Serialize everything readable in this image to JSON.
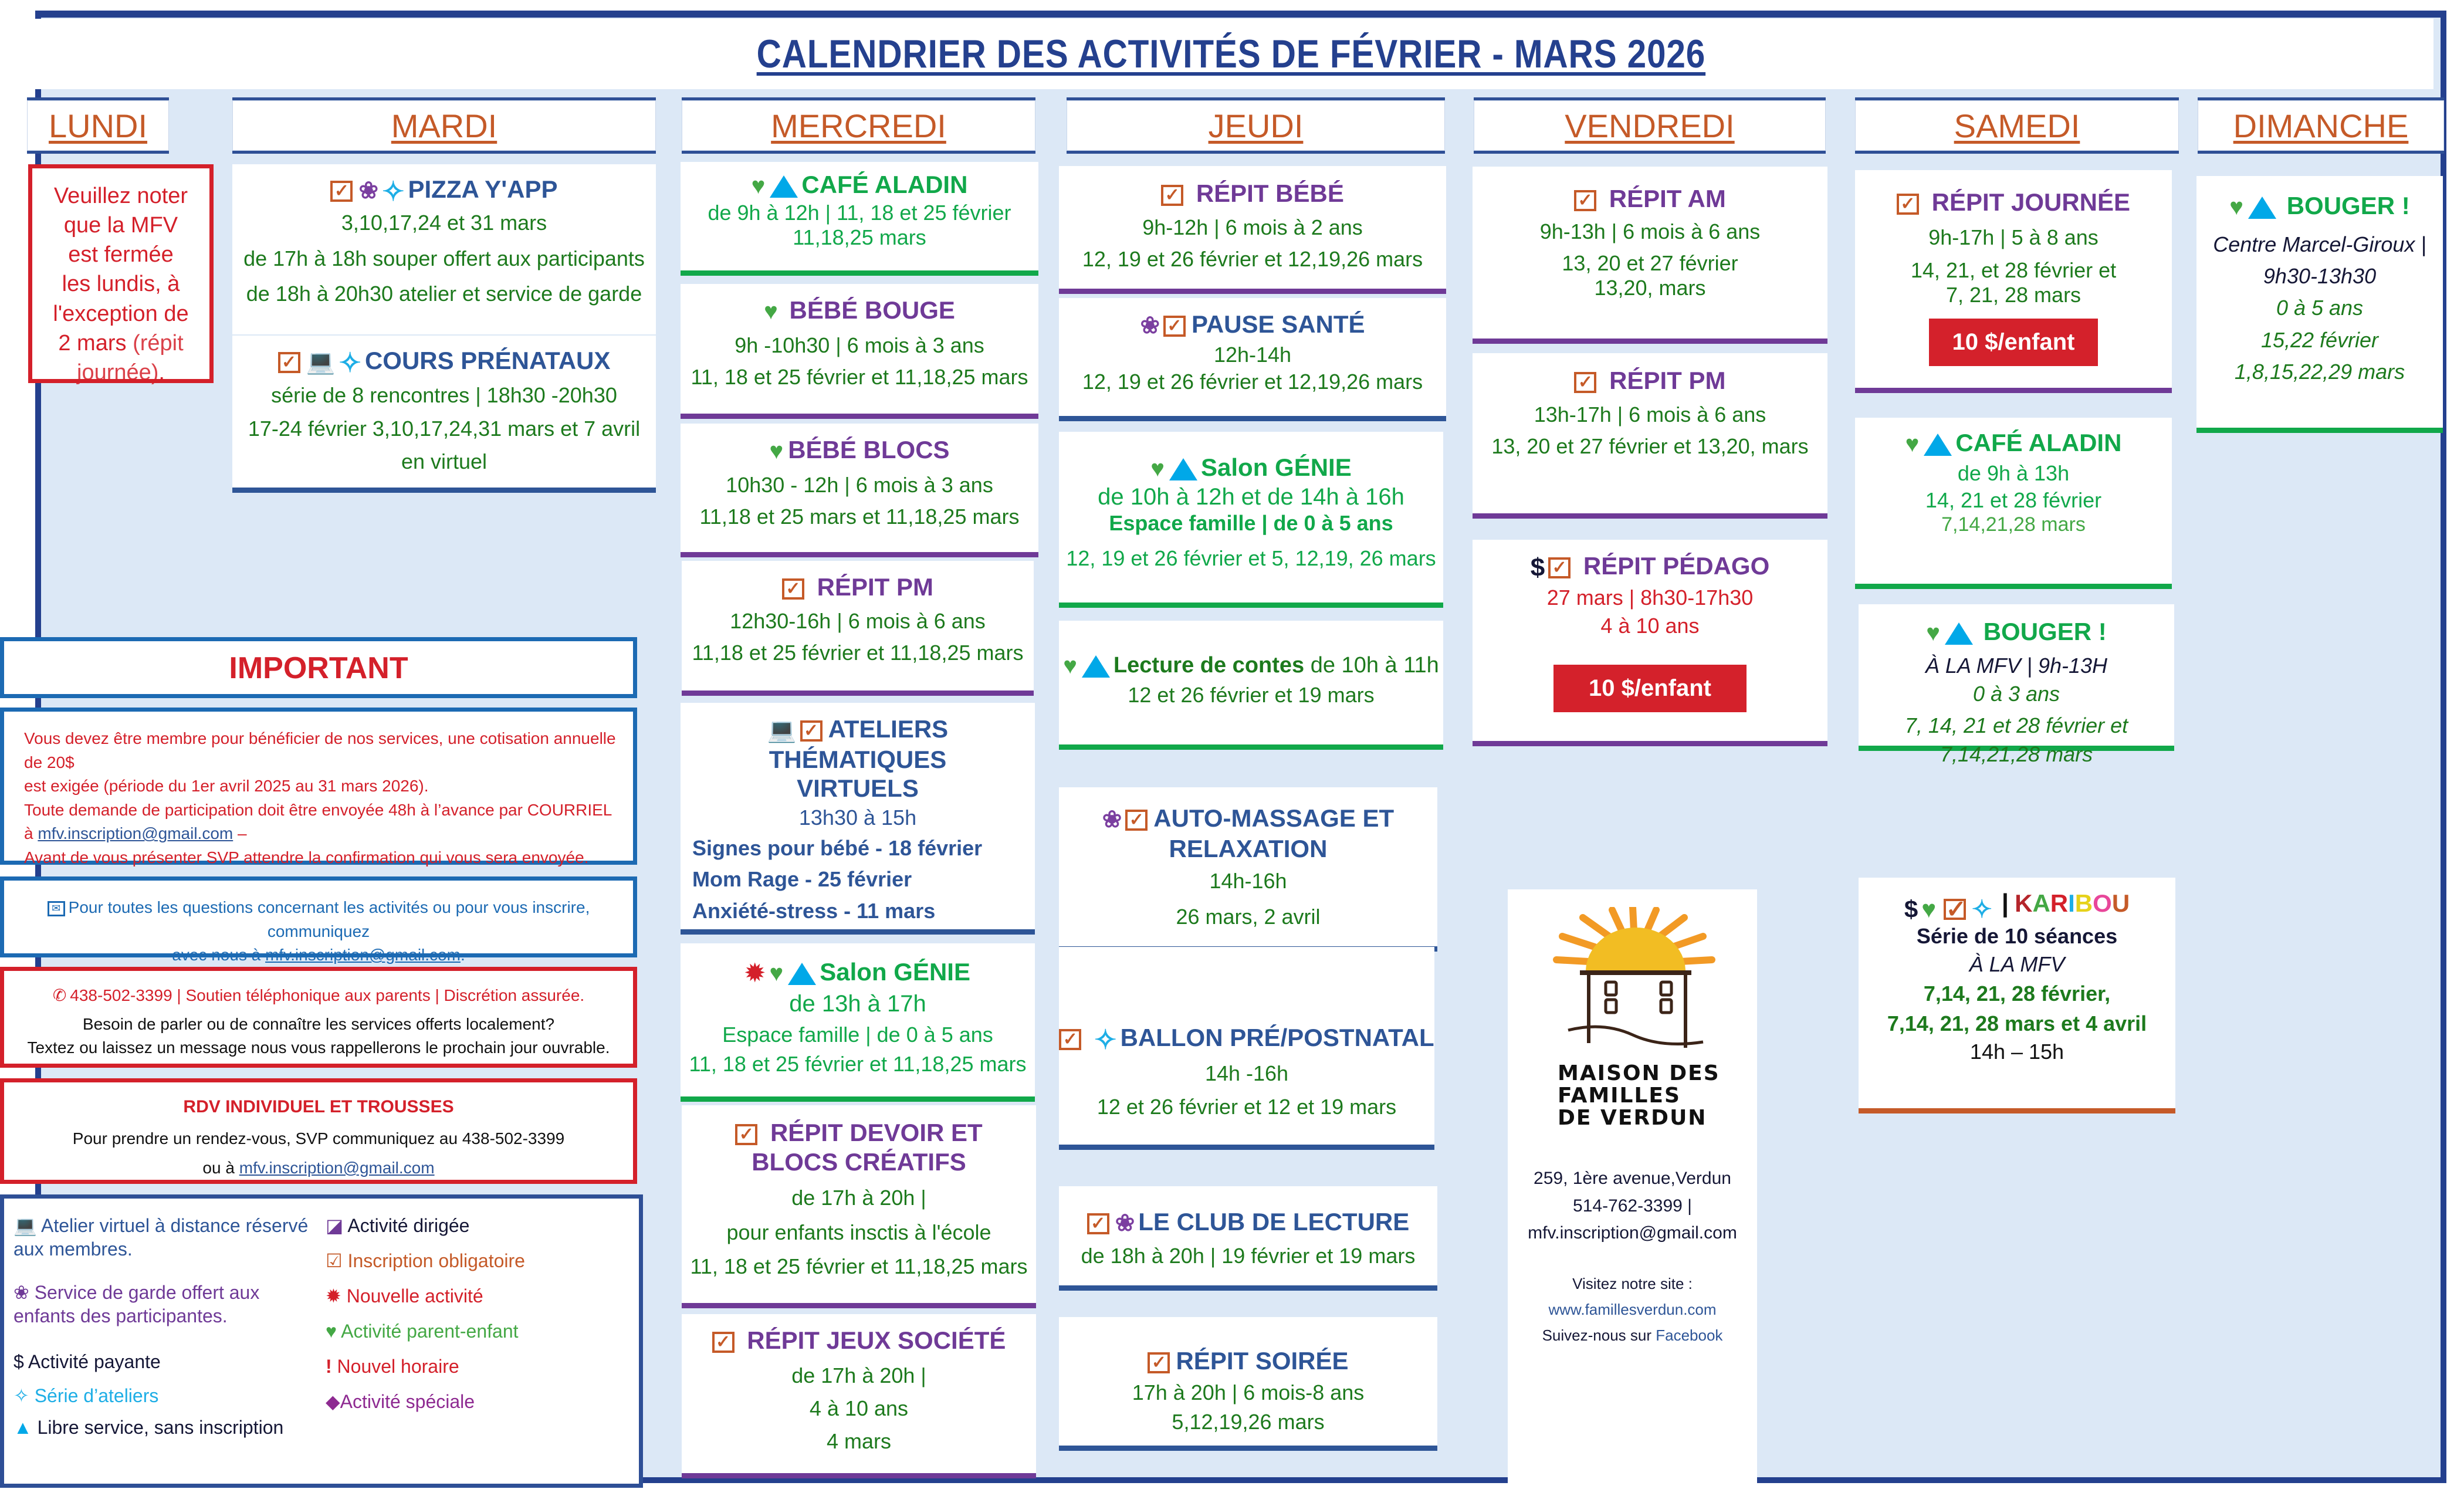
{
  "title": "CALENDRIER DES ACTIVITÉS DE FÉVRIER - MARS 2026",
  "days": [
    "LUNDI",
    "MARDI",
    "MERCREDI",
    "JEUDI",
    "VENDREDI",
    "SAMEDI",
    "DIMANCHE"
  ],
  "colors": {
    "frame": "#24408e",
    "background": "#dce8f6",
    "day_header_text": "#c55a28",
    "purple": "#6f3a97",
    "navy": "#2e5597",
    "green": "#1d7a1d",
    "light_green": "#11a84a",
    "red": "#d4202a",
    "orange": "#c55a28",
    "cyan": "#00a8e8"
  },
  "lundi": {
    "notice_lines": [
      "Veuillez noter",
      "que la MFV",
      "est fermée",
      "les lundis, à",
      "l'exception de",
      "2 mars"
    ],
    "notice_paren": "(répit journée)",
    "notice_end": "."
  },
  "mardi": [
    {
      "icons": [
        "inscription-obligatoire",
        "service-de-garde",
        "serie-ateliers"
      ],
      "title": "PIZZA Y'APP",
      "lines": [
        "3,10,17,24 et 31 mars",
        "de 17h à 18h souper offert aux participants",
        "de 18h à 20h30 atelier et service de garde"
      ]
    },
    {
      "icons": [
        "inscription-obligatoire",
        "atelier-virtuel",
        "serie-ateliers"
      ],
      "title": "COURS PRÉNATAUX",
      "lines": [
        "série de 8 rencontres | 18h30 -20h30",
        "17-24 février 3,10,17,24,31 mars et 7 avril",
        "en virtuel"
      ]
    }
  ],
  "mercredi": [
    {
      "icons": [
        "parent-enfant",
        "libre-service"
      ],
      "title": "CAFÉ ALADIN",
      "lines": [
        "de 9h à 12h | 11, 18 et 25 février",
        "11,18,25 mars"
      ]
    },
    {
      "icons": [
        "parent-enfant"
      ],
      "title": "BÉBÉ BOUGE",
      "lines": [
        "9h -10h30 | 6 mois à 3 ans",
        "11, 18 et 25 février et 11,18,25 mars"
      ]
    },
    {
      "icons": [
        "parent-enfant"
      ],
      "title": "BÉBÉ BLOCS",
      "lines": [
        "10h30 - 12h | 6 mois à 3 ans",
        "11,18 et 25 mars et 11,18,25 mars"
      ]
    },
    {
      "icons": [
        "inscription-obligatoire"
      ],
      "title": "RÉPIT PM",
      "lines": [
        "12h30-16h | 6 mois à 6 ans",
        "11,18 et 25 février et 11,18,25 mars"
      ]
    },
    {
      "icons": [
        "atelier-virtuel",
        "inscription-obligatoire"
      ],
      "title": "ATELIERS THÉMATIQUES VIRTUELS",
      "lines": [
        "13h30 à 15h"
      ],
      "sub": [
        "Signes pour bébé - 18 février",
        "Mom Rage - 25 février",
        "Anxiété-stress - 11 mars"
      ]
    },
    {
      "icons": [
        "nouvelle-activite",
        "parent-enfant",
        "libre-service"
      ],
      "title": "Salon GÉNIE",
      "lines": [
        "de 13h à 17h",
        "Espace famille | de 0 à 5 ans",
        "11, 18 et 25 février et 11,18,25 mars"
      ]
    },
    {
      "icons": [
        "inscription-obligatoire"
      ],
      "title": "RÉPIT DEVOIR ET BLOCS CRÉATIFS",
      "lines": [
        "de 17h à 20h |",
        "pour enfants insctis à l'école",
        "11, 18 et 25 février et 11,18,25 mars"
      ]
    },
    {
      "icons": [
        "inscription-obligatoire"
      ],
      "title": "RÉPIT JEUX SOCIÉTÉ",
      "lines": [
        "de 17h à 20h |",
        "4 à 10 ans",
        "4 mars"
      ]
    }
  ],
  "jeudi": [
    {
      "icons": [
        "inscription-obligatoire"
      ],
      "title": "RÉPIT BÉBÉ",
      "lines": [
        "9h-12h | 6 mois à 2 ans",
        "12, 19 et 26 février et 12,19,26 mars"
      ]
    },
    {
      "icons": [
        "service-de-garde",
        "inscription-obligatoire"
      ],
      "title": "PAUSE SANTÉ",
      "lines": [
        "12h-14h",
        "12, 19 et 26 février et 12,19,26 mars"
      ]
    },
    {
      "icons": [
        "parent-enfant",
        "libre-service"
      ],
      "title": "Salon GÉNIE",
      "lines": [
        "de 10h à 12h et de 14h à 16h",
        "Espace famille | de 0 à 5 ans",
        "12, 19 et 26 février et 5, 12,19, 26 mars"
      ]
    },
    {
      "icons": [
        "parent-enfant",
        "libre-service"
      ],
      "title": "Lecture de contes",
      "title_suffix": " de 10h à 11h",
      "lines": [
        "12 et 26 février et 19 mars"
      ]
    },
    {
      "icons": [
        "service-de-garde",
        "inscription-obligatoire"
      ],
      "title": "AUTO-MASSAGE ET RELAXATION",
      "lines": [
        "14h-16h",
        "26 mars, 2 avril"
      ]
    },
    {
      "icons": [
        "inscription-obligatoire",
        "serie-ateliers"
      ],
      "title": "BALLON PRÉ/POSTNATAL",
      "lines": [
        "14h -16h",
        "12 et 26 février et 12 et 19 mars"
      ]
    },
    {
      "icons": [
        "inscription-obligatoire",
        "service-de-garde"
      ],
      "title": "LE CLUB DE LECTURE",
      "lines": [
        "de 18h à 20h  | 19 février et 19 mars"
      ]
    },
    {
      "icons": [
        "inscription-obligatoire"
      ],
      "title": "RÉPIT SOIRÉE",
      "lines": [
        "17h à 20h  | 6 mois-8 ans",
        "5,12,19,26 mars"
      ]
    }
  ],
  "vendredi": [
    {
      "icons": [
        "inscription-obligatoire"
      ],
      "title": "RÉPIT AM",
      "lines": [
        "9h-13h | 6 mois à 6 ans",
        "13, 20 et 27 février",
        "13,20, mars"
      ]
    },
    {
      "icons": [
        "inscription-obligatoire"
      ],
      "title": "RÉPIT PM",
      "lines": [
        "13h-17h | 6 mois à 6 ans",
        "13, 20 et 27 février et 13,20, mars"
      ]
    },
    {
      "icons": [
        "activite-payante",
        "inscription-obligatoire"
      ],
      "title": "RÉPIT PÉDAGO",
      "lines": [
        "27 mars | 8h30-17h30",
        "4 à 10 ans"
      ],
      "price": "10 $/enfant"
    }
  ],
  "samedi": [
    {
      "icons": [
        "inscription-obligatoire"
      ],
      "title": "RÉPIT JOURNÉE",
      "lines": [
        "9h-17h | 5 à 8 ans",
        "14, 21, et 28 février et",
        "7, 21, 28 mars"
      ],
      "price": "10 $/enfant"
    },
    {
      "icons": [
        "parent-enfant",
        "libre-service"
      ],
      "title": "CAFÉ ALADIN",
      "lines": [
        "de 9h à 13h",
        "14, 21 et 28 février",
        "7,14,21,28 mars"
      ]
    },
    {
      "icons": [
        "parent-enfant",
        "libre-service"
      ],
      "title": "BOUGER !",
      "lines": [
        "À LA MFV | 9h-13H",
        "0 à 3 ans",
        "7, 14, 21 et 28 février et",
        "7,14,21,28 mars"
      ]
    },
    {
      "icons": [
        "activite-payante",
        "parent-enfant",
        "inscription-obligatoire",
        "serie-ateliers"
      ],
      "title_letters": [
        "K",
        "A",
        "R",
        "I",
        "B",
        "O",
        "U"
      ],
      "title_colors": [
        "#b5252b",
        "#44a845",
        "#d4202a",
        "#1eaee6",
        "#e6d21a",
        "#e8479a",
        "#c55a28"
      ],
      "lines": [
        "Série de 10 séances",
        "À LA MFV",
        "7,14, 21, 28 février,",
        "7,14, 21, 28 mars et 4 avril",
        "14h – 15h"
      ]
    }
  ],
  "dimanche": [
    {
      "icons": [
        "parent-enfant",
        "libre-service"
      ],
      "title": "BOUGER !",
      "lines": [
        "Centre Marcel-Giroux |",
        "9h30-13h30",
        "0 à  5 ans",
        "15,22 février",
        "1,8,15,22,29 mars"
      ]
    }
  ],
  "important": {
    "title": "IMPORTANT",
    "membership_lines": [
      "Vous devez être membre pour bénéficier de nos services, une cotisation annuelle de 20$",
      "est exigée (période du 1er avril 2025 au 31 mars 2026).",
      "Toute demande de participation doit être envoyée 48h à l’avance par COURRIEL"
    ],
    "membership_email_prefix": "à ",
    "membership_email": "mfv.inscription@gmail.com",
    "membership_email_suffix": " –",
    "membership_last": "Avant de vous présenter SVP attendre la confirmation qui vous sera envoyée.",
    "contact_line1": "Pour toutes les questions concernant les activités ou pour vous inscrire, communiquez",
    "contact_prefix": "avec nous à ",
    "contact_email": "mfv.inscription@gmail.com",
    "contact_suffix": ".",
    "phone_line": "438-502-3399 | Soutien téléphonique aux parents | Discrétion assurée.",
    "phone_l2": "Besoin de parler ou de connaître les services offerts localement?",
    "phone_l3": "Textez ou laissez un message nous vous rappellerons le prochain jour ouvrable.",
    "rdv_title": "RDV INDIVIDUEL ET TROUSSES",
    "rdv_line": "Pour prendre un rendez-vous, SVP communiquez au 438-502-3399",
    "rdv_prefix": "ou à ",
    "rdv_email": "mfv.inscription@gmail.com"
  },
  "legend": [
    {
      "icon": "laptop-icon",
      "label": "Atelier virtuel à distance réservé aux membres.",
      "color": "#2e5597"
    },
    {
      "icon": "flower-icon",
      "label": "Service de garde offert aux enfants des participantes.",
      "color": "#6f3a97"
    },
    {
      "icon": "dollar-icon",
      "label": "Activité payante",
      "color": "#151736"
    },
    {
      "icon": "four-point-star-icon",
      "label": "Série d’ateliers",
      "color": "#1eaee6"
    },
    {
      "icon": "triangle-icon",
      "label": "Libre service, sans inscription",
      "color": "#151736"
    },
    {
      "icon": "half-square-icon",
      "label": "Activité dirigée",
      "color": "#151736"
    },
    {
      "icon": "checkbox-icon",
      "label": "Inscription obligatoire",
      "color": "#c55a28"
    },
    {
      "icon": "burst-icon",
      "label": "Nouvelle activité",
      "color": "#d4202a"
    },
    {
      "icon": "heart-icon",
      "label": "Activité parent-enfant",
      "color": "#44a845"
    },
    {
      "icon": "exclamation-icon",
      "label": "Nouvel horaire",
      "color": "#d4202a"
    },
    {
      "icon": "diamond-icon",
      "label": "Activité spéciale",
      "color": "#8e2a91"
    }
  ],
  "org": {
    "name_lines": [
      "MAISON DES",
      "FAMILLES",
      "DE VERDUN"
    ],
    "address": "259, 1ère avenue,Verdun",
    "phone": "514-762-3399 |",
    "email": "mfv.inscription@gmail.com",
    "visit": "Visitez notre site :",
    "website": "www.famillesverdun.com",
    "follow_prefix": "Suivez-nous sur ",
    "facebook": "Facebook"
  }
}
